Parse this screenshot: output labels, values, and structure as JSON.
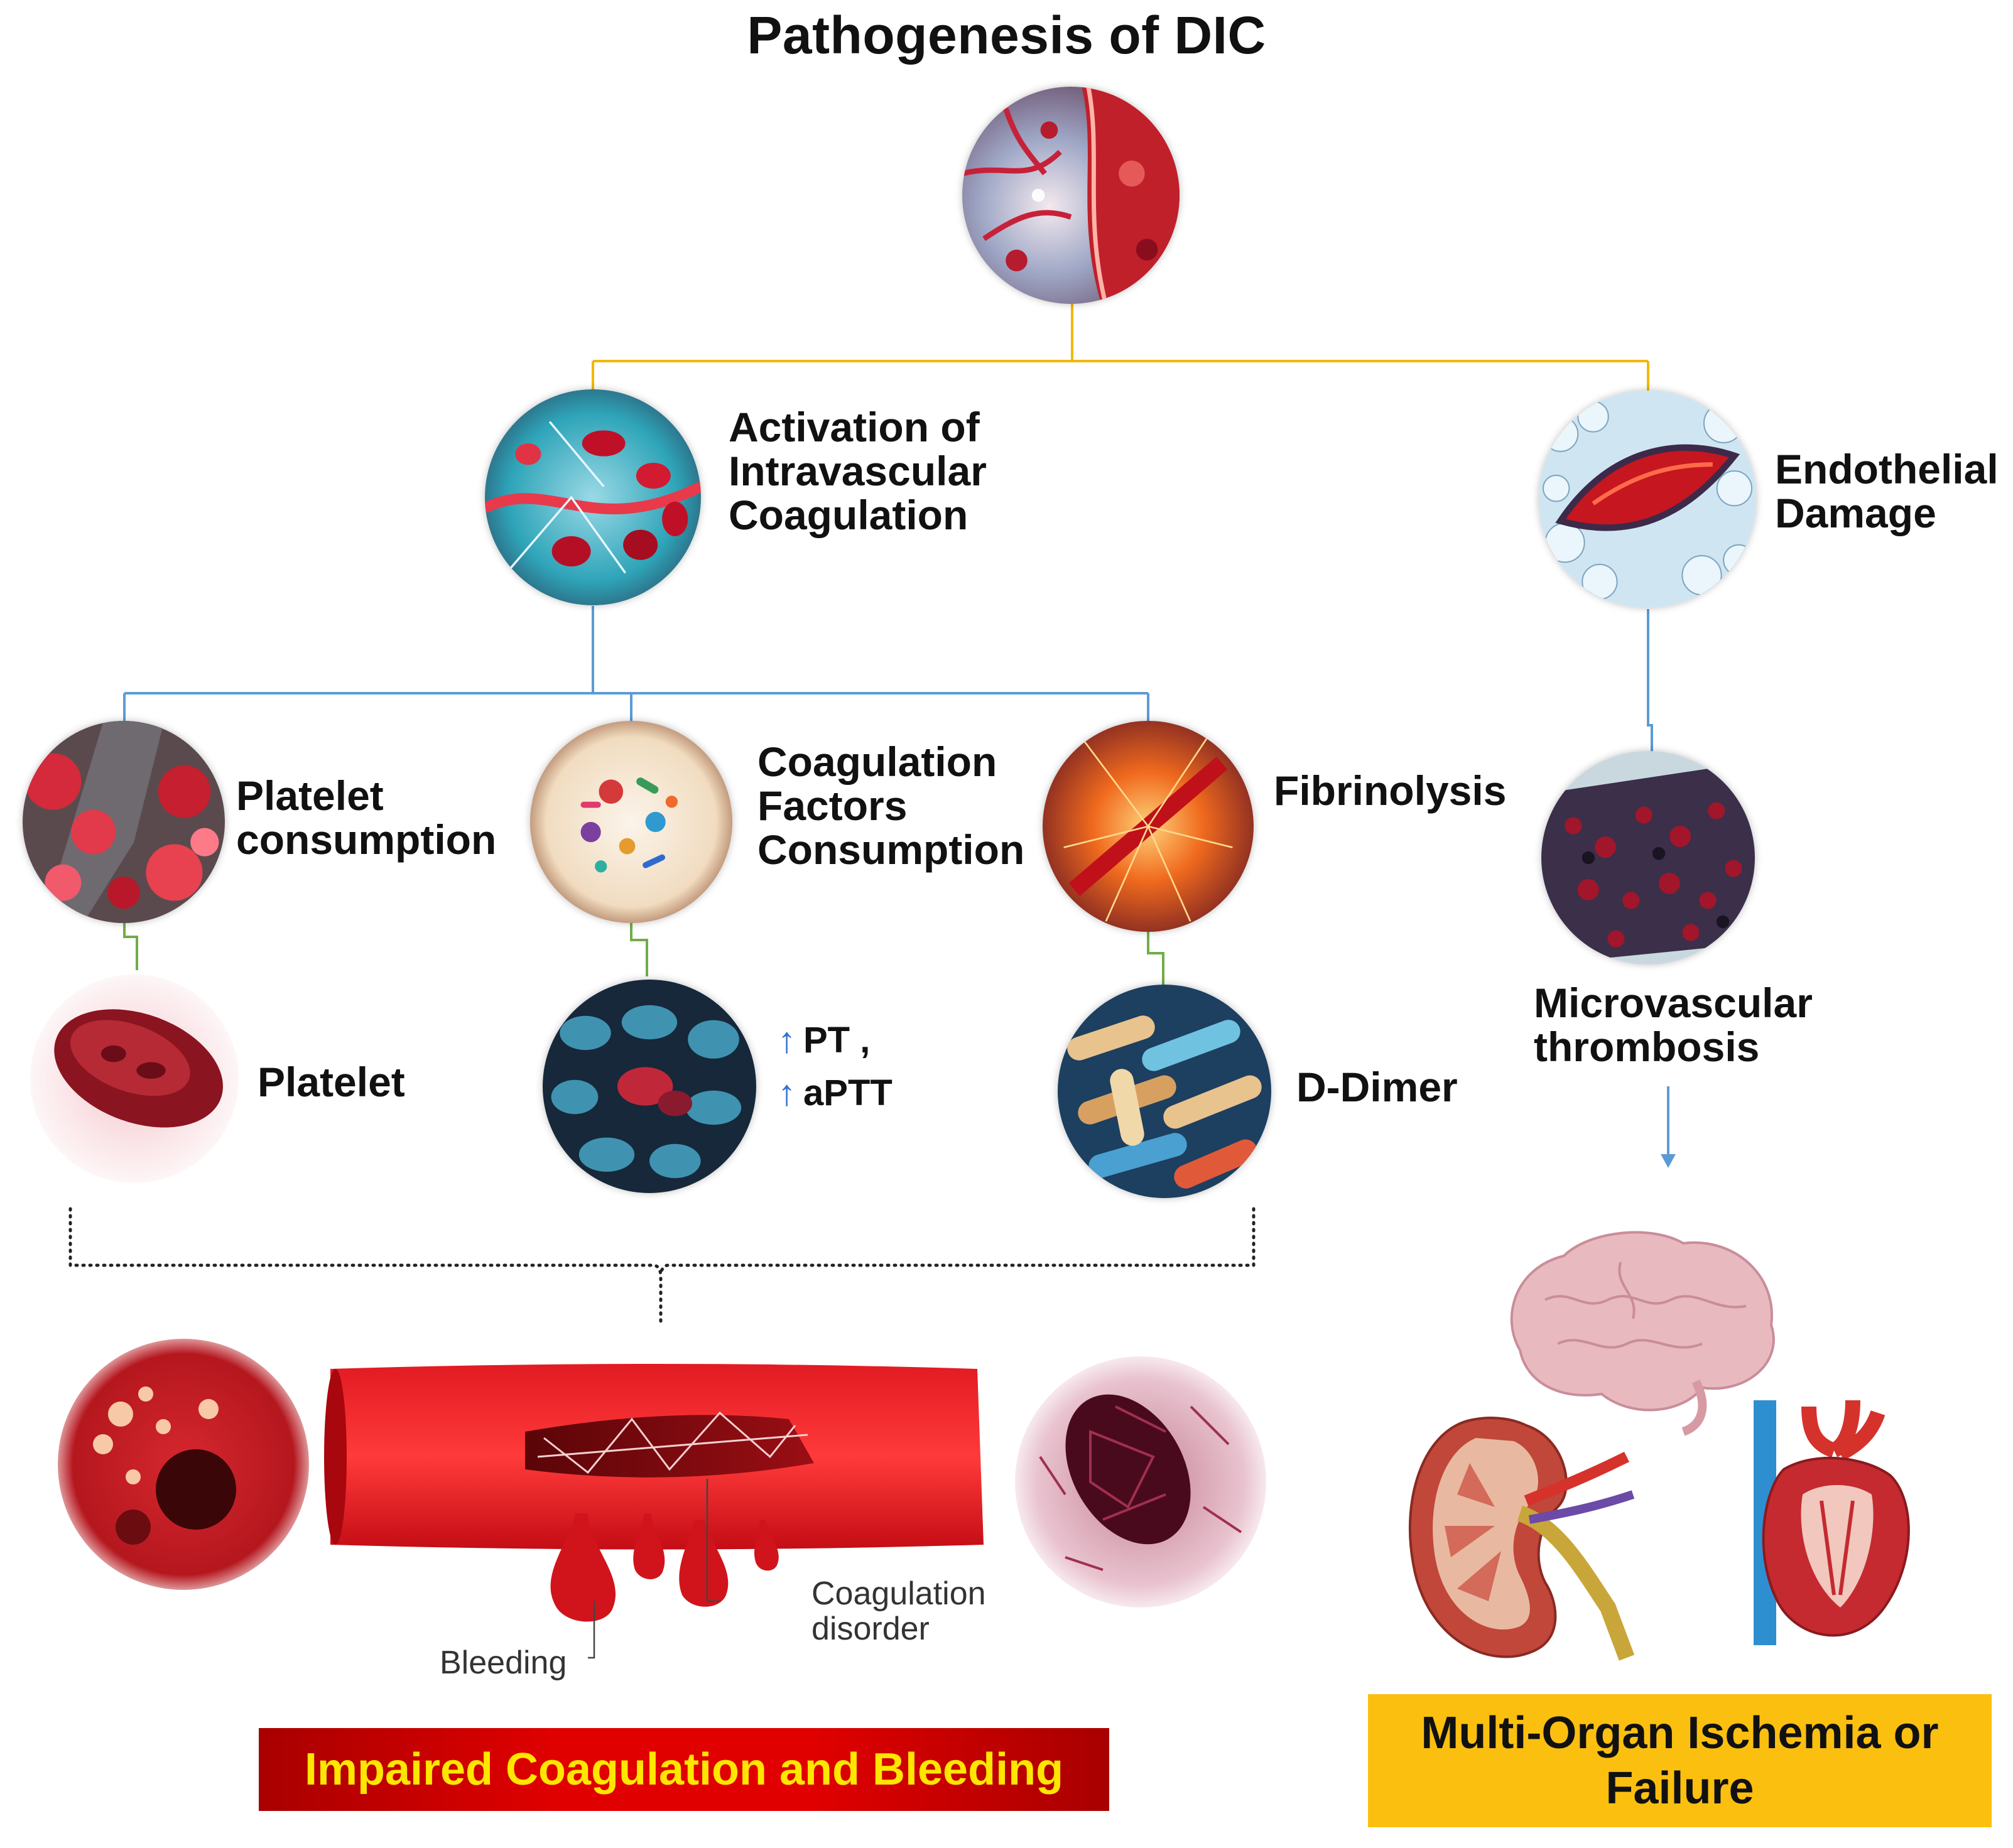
{
  "title": "Pathogenesis of DIC",
  "activation": {
    "line1": "Activation of",
    "line2": "Intravascular",
    "line3": "Coagulation"
  },
  "endothelial": {
    "line1": "Endothelial",
    "line2": "Damage"
  },
  "platelet_consumption": {
    "line1": "Platelet",
    "line2": "consumption"
  },
  "coag_factors": {
    "line1": "Coagulation",
    "line2": "Factors",
    "line3": "Consumption"
  },
  "fibrinolysis": "Fibrinolysis",
  "platelet": "Platelet",
  "labs": {
    "pt": "PT ,",
    "aptt": "aPTT",
    "arrow": "↑"
  },
  "ddimer": "D-Dimer",
  "microvascular": {
    "line1": "Microvascular",
    "line2": "thrombosis"
  },
  "vessel": {
    "bleeding": "Bleeding",
    "coag_line1": "Coagulation",
    "coag_line2": "disorder"
  },
  "banner_left": "Impaired Coagulation and Bleeding",
  "banner_right": {
    "line1": "Multi-Organ Ischemia or",
    "line2": "Failure"
  },
  "colors": {
    "tree_top": "#f2b705",
    "tree_mid": "#5b9bd5",
    "tree_low": "#70ad47",
    "banner_red": "#d40000",
    "banner_text": "#ffe600",
    "banner_gold": "#fbbf10"
  }
}
